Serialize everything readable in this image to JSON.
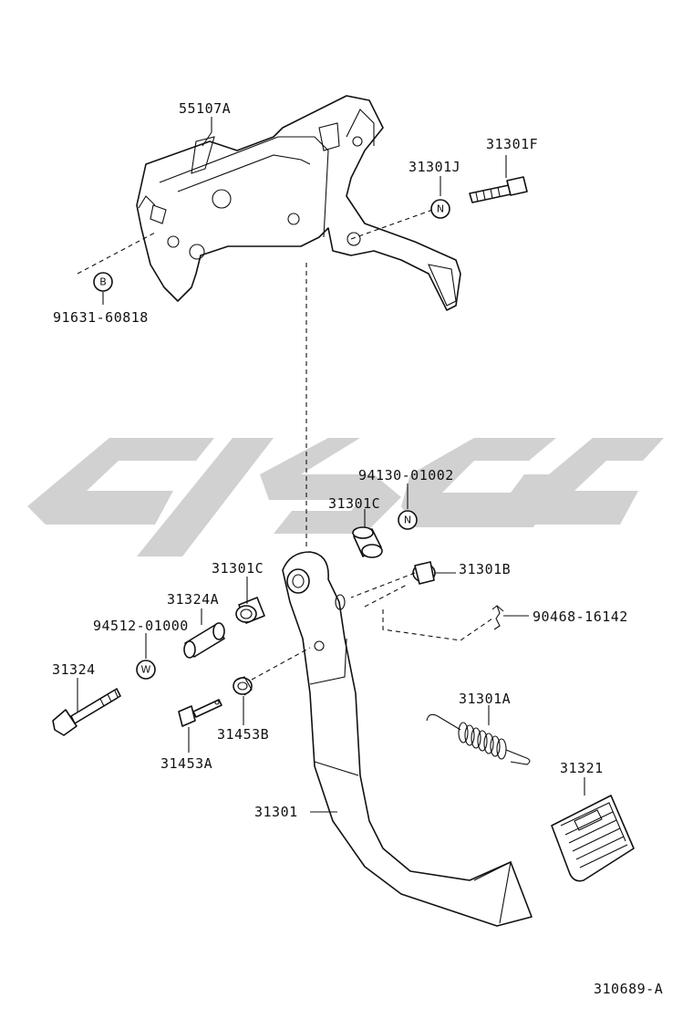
{
  "diagram_id": "310689-A",
  "parts": {
    "p55107A": "55107A",
    "p31301F": "31301F",
    "p31301J": "31301J",
    "p91631_60818": "91631-60818",
    "p94130_01002": "94130-01002",
    "p31301C_upper": "31301C",
    "p31301C_lower": "31301C",
    "p31301B": "31301B",
    "p31324A": "31324A",
    "p94512_01000": "94512-01000",
    "p90468_16142": "90468-16142",
    "p31324": "31324",
    "p31301A": "31301A",
    "p31453B": "31453B",
    "p31453A": "31453A",
    "p31321": "31321",
    "p31301": "31301"
  },
  "circle_markers": {
    "B": "B",
    "N_upper": "N",
    "N_lower": "N",
    "W": "W"
  }
}
